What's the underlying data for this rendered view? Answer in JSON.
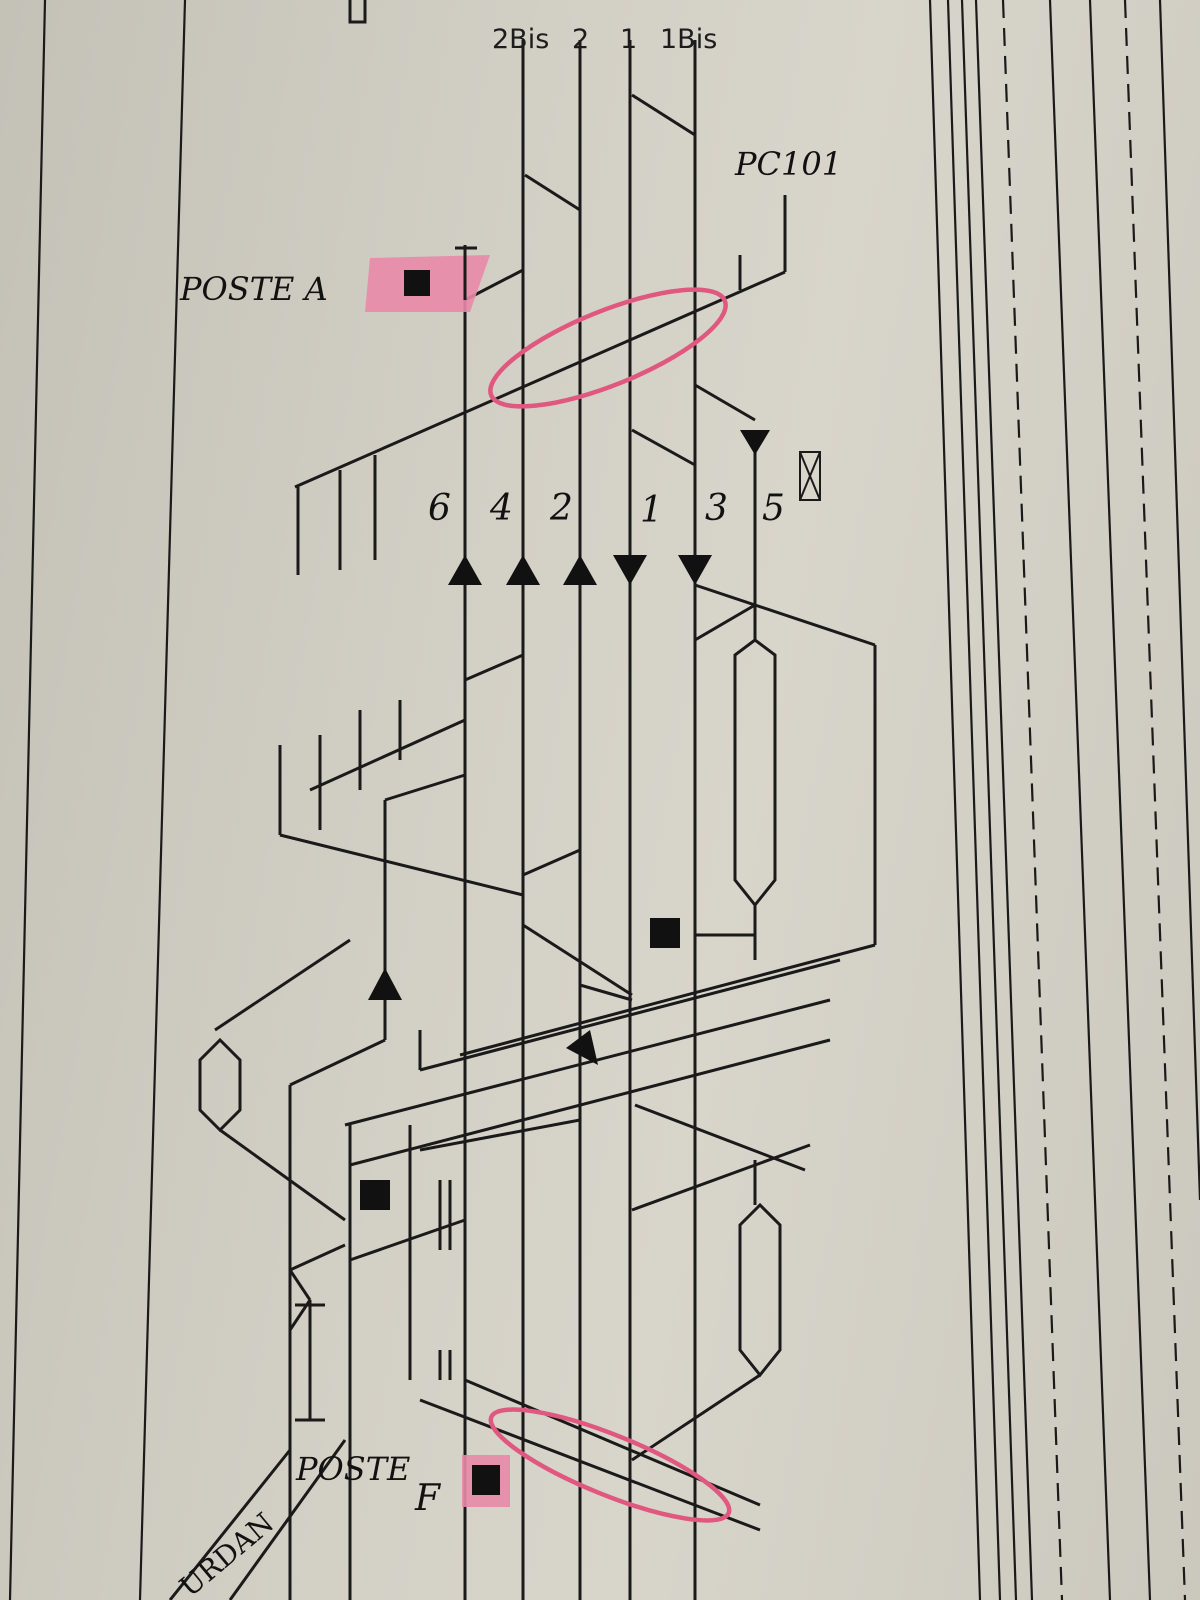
{
  "diagram": {
    "top_track_labels": [
      "2Bis",
      "2",
      "1",
      "1Bis"
    ],
    "track_numbers": [
      "6",
      "4",
      "2",
      "1",
      "3",
      "5"
    ],
    "labels": {
      "pc101": "PC101",
      "poste_a": "POSTE A",
      "poste_f_word": "POSTE",
      "poste_f_letter": "F",
      "branch_line": "URDAN"
    },
    "colors": {
      "ink": "#1a1a1a",
      "highlight": "#e0587f",
      "highlight_fill": "#e889a8",
      "paper": "#d3d0c6"
    },
    "icons": [
      "cabin-icon",
      "signal-triangle-icon",
      "crossed-box-icon"
    ]
  }
}
